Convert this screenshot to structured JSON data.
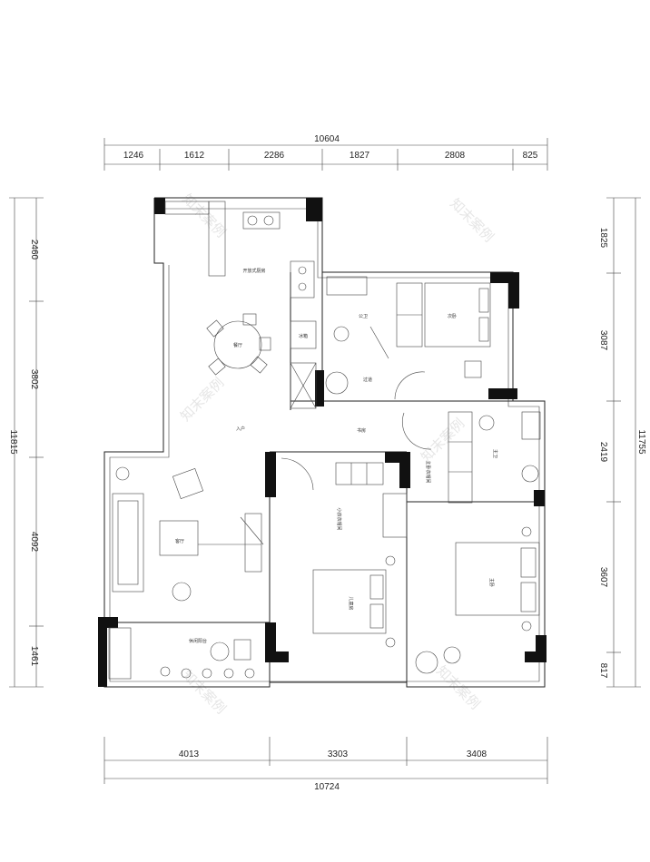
{
  "dimensions": {
    "top_total": "10604",
    "top_segments": [
      "1246",
      "1612",
      "2286",
      "1827",
      "2808",
      "825"
    ],
    "left_total": "11815",
    "left_segments": [
      "2460",
      "3802",
      "4092",
      "1461"
    ],
    "right_total": "11755",
    "right_segments": [
      "1825",
      "3087",
      "2419",
      "3607",
      "817"
    ],
    "bottom_total": "10724",
    "bottom_segments": [
      "4013",
      "3303",
      "3408"
    ]
  },
  "rooms": {
    "kitchen": "开放式厨房",
    "dining": "餐厅",
    "living": "客厅",
    "balcony": "休闲阳台",
    "bedroom_small": "次卧",
    "bathroom_public": "公卫",
    "corridor": "过道",
    "study": "书房",
    "master_walkin": "主卧衣帽间",
    "master_bath": "主卫",
    "kids_room": "儿童房",
    "kids_wardrobe": "小孩衣帽间",
    "master_bedroom": "主卧",
    "fridge": "冰箱",
    "entry": "入户"
  },
  "watermark": "知末案例"
}
